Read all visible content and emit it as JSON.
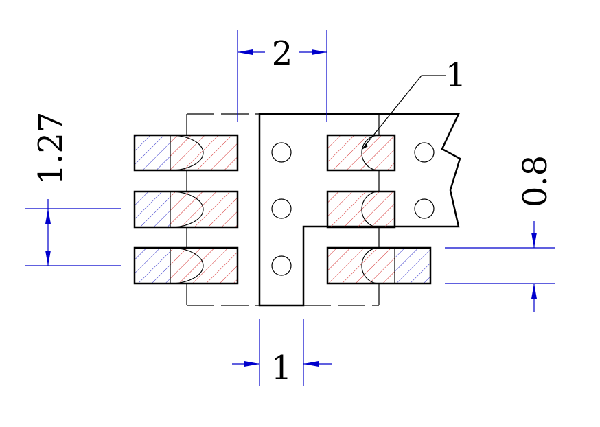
{
  "drawing": {
    "dimensions": {
      "pitch": "2",
      "slot_width": "1",
      "row_pitch": "1.27",
      "pad_height": "0.8"
    },
    "callout": "1",
    "colors": {
      "outline": "#000000",
      "dimension": "#0000cc",
      "hatch_blue": "#2b2bc8",
      "hatch_red": "#d42a2a"
    }
  }
}
